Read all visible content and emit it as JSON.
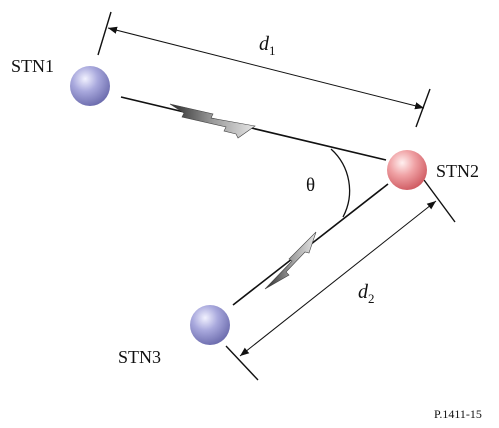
{
  "stations": {
    "stn1": "STN1",
    "stn2": "STN2",
    "stn3": "STN3"
  },
  "distances": {
    "d1": {
      "base": "d",
      "sub": "1"
    },
    "d2": {
      "base": "d",
      "sub": "2"
    }
  },
  "angle_label": "θ",
  "figure_id": "P.1411-15"
}
